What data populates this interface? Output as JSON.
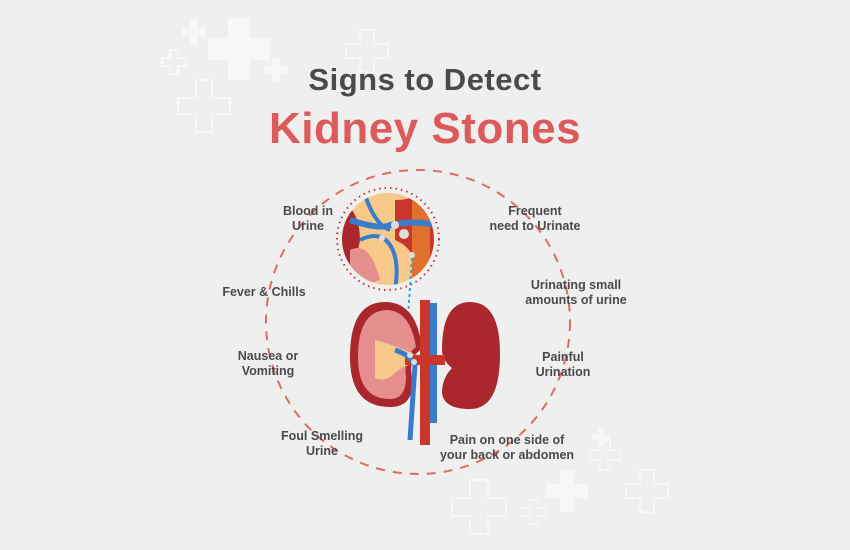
{
  "title": {
    "line1": "Signs to Detect",
    "line2": "Kidney Stones"
  },
  "signs": [
    {
      "l1": "Blood in",
      "l2": "Urine"
    },
    {
      "l1": "Frequent",
      "l2": "need to Urinate"
    },
    {
      "l1": "Urinating small",
      "l2": "amounts of urine"
    },
    {
      "l1": "Fever & Chills",
      "l2": ""
    },
    {
      "l1": "Nausea or",
      "l2": "Vomiting"
    },
    {
      "l1": "Painful",
      "l2": "Urination"
    },
    {
      "l1": "Foul Smelling",
      "l2": "Urine"
    },
    {
      "l1": "Pain on one side of",
      "l2": "your back or abdomen"
    }
  ],
  "colors": {
    "title": "#4a4a4a",
    "accent": "#dc5a5a",
    "background": "#efefef"
  }
}
